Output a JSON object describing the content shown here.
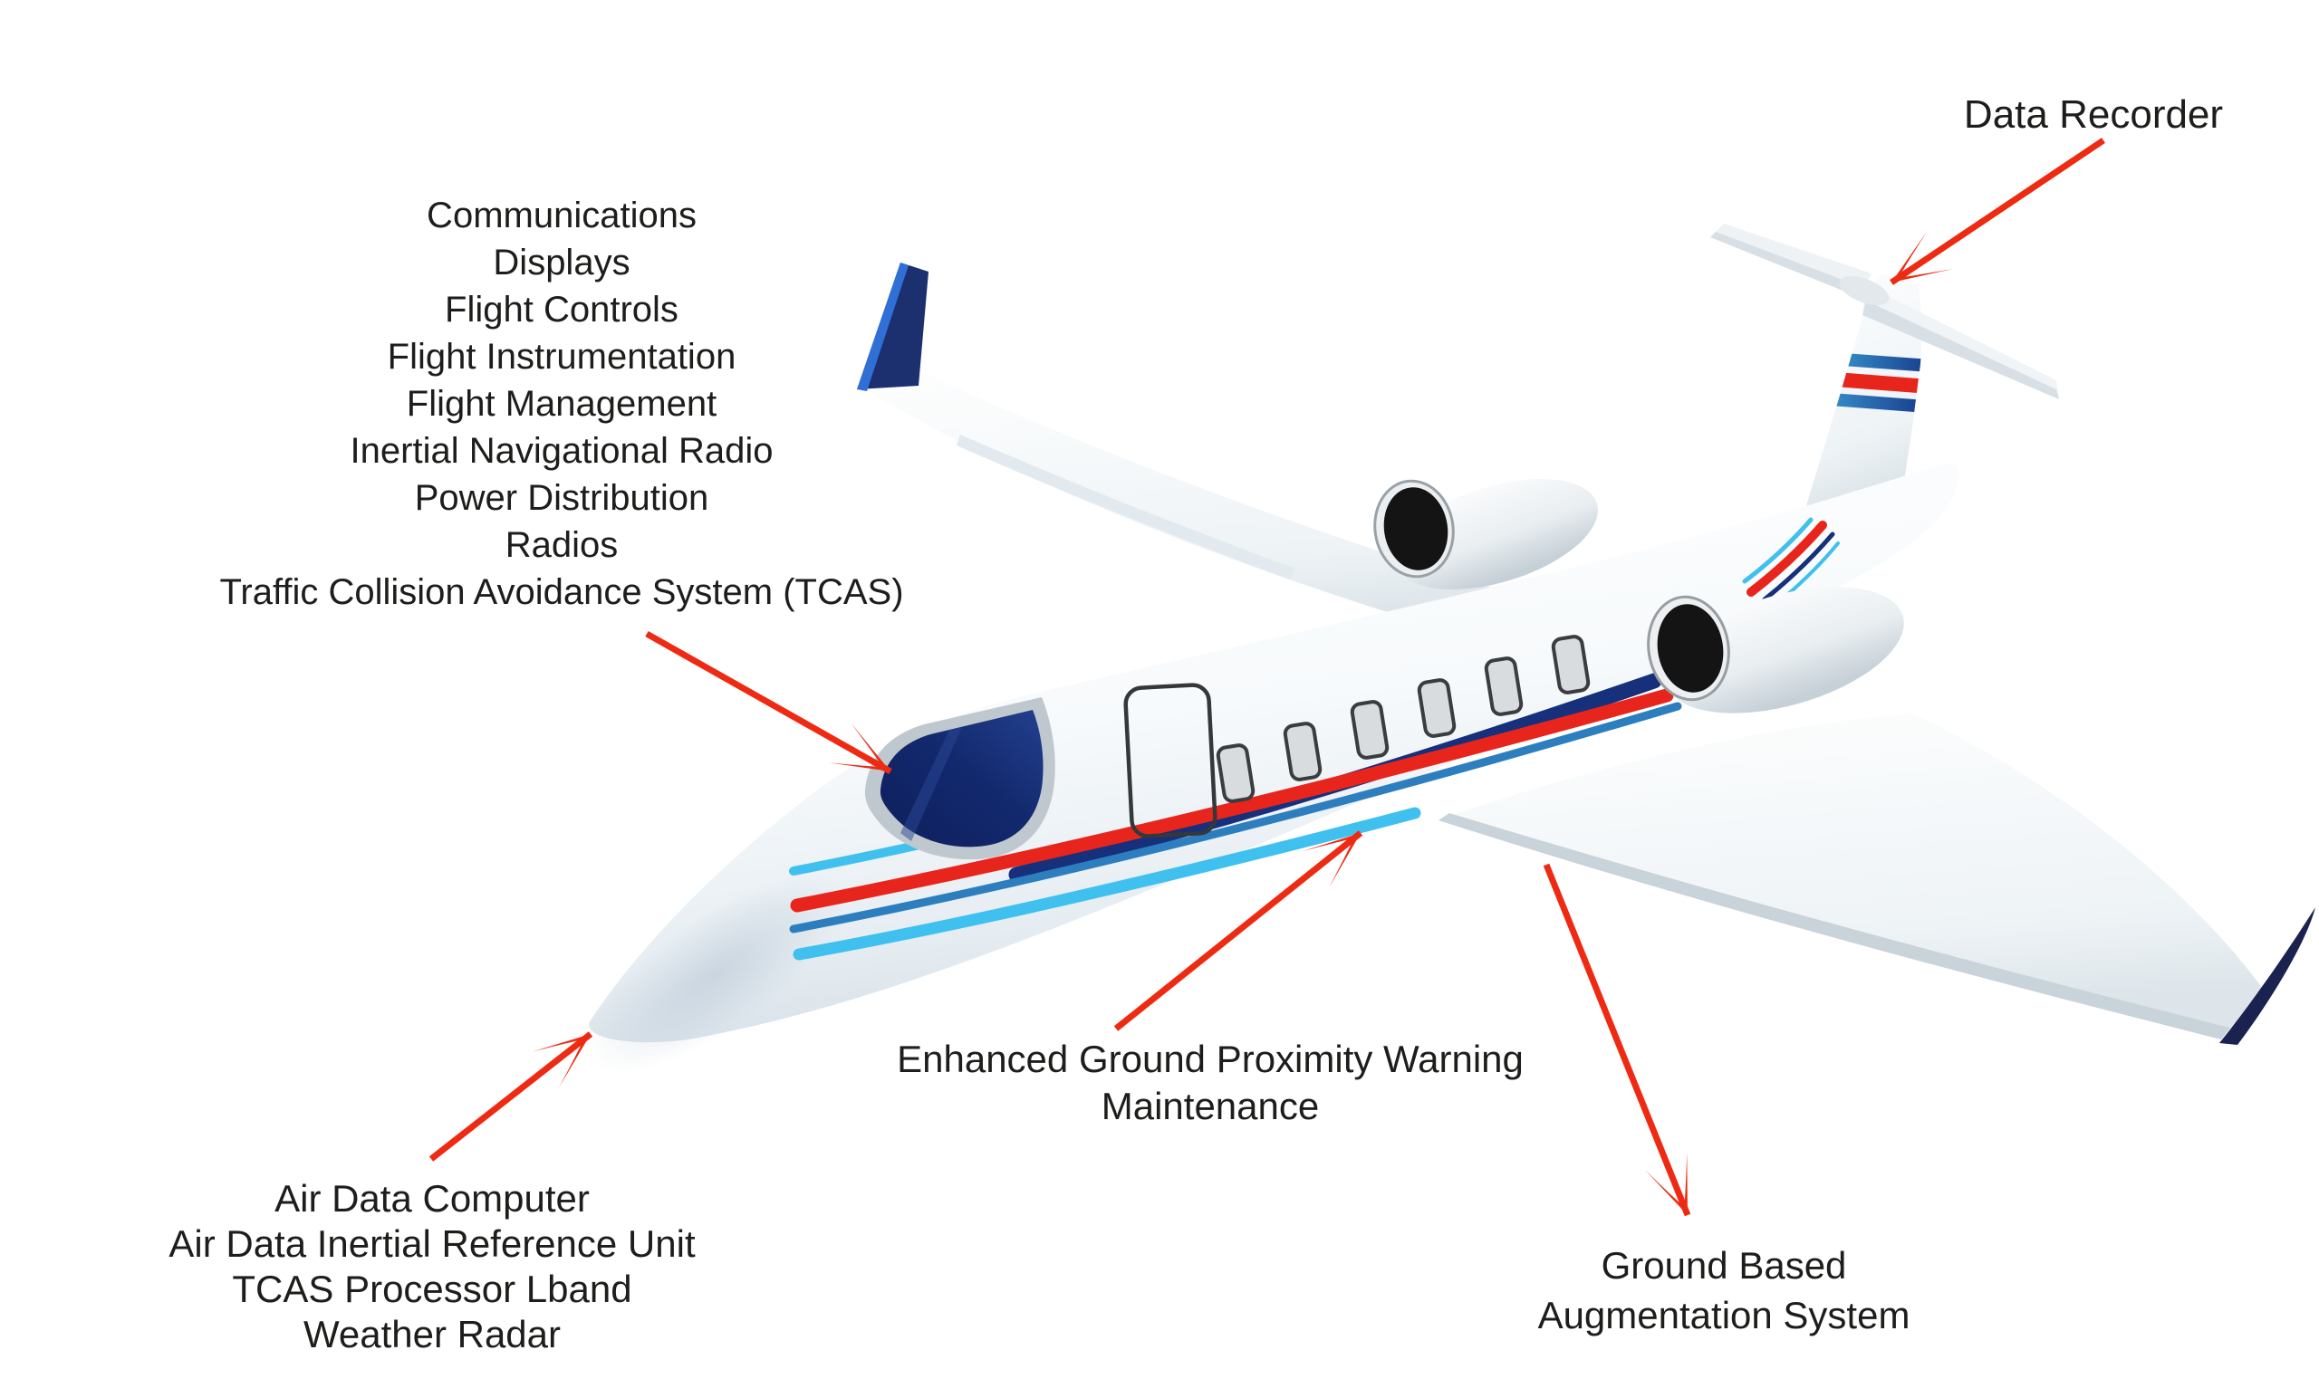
{
  "page": {
    "kind": "aircraft-avionics-diagram",
    "background": "#ffffff"
  },
  "colors": {
    "arrow_red": "#ee2a12",
    "stripe_red": "#e8251c",
    "stripe_navy": "#16307c",
    "windshield_navy": "#122a6d",
    "winglet_navy": "#1c2f6e",
    "light_blue": "#3fc0ee",
    "steel_blue": "#2d7ebe",
    "fin_light_blue": "#3fa3d8",
    "text": "#1d1d1b"
  },
  "callouts": {
    "data_recorder": {
      "label": "Data Recorder"
    },
    "cockpit_avionics": {
      "lines": [
        "Communications",
        "Displays",
        "Flight Controls",
        "Flight Instrumentation",
        "Flight Management",
        "Inertial Navigational Radio",
        "Power Distribution",
        "Radios",
        "Traffic Collision Avoidance System (TCAS)"
      ]
    },
    "nose_equipment": {
      "lines": [
        "Air Data Computer",
        "Air Data Inertial Reference Unit",
        "TCAS Processor Lband",
        "Weather Radar"
      ]
    },
    "fuselage_systems": {
      "lines": [
        "Enhanced Ground Proximity Warning",
        "Maintenance"
      ]
    },
    "ground_systems": {
      "lines": [
        "Ground Based",
        "Augmentation System"
      ]
    }
  }
}
